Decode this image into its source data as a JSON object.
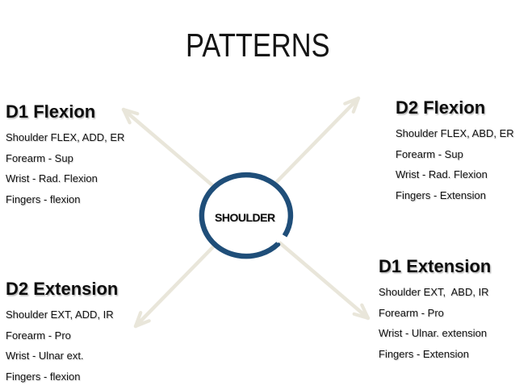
{
  "title": "PATTERNS",
  "center_label": "SHOULDER",
  "colors": {
    "circle": "#1F4E79",
    "arrow": "#E9E6DA",
    "text": "#111111",
    "background": "#FFFFFF"
  },
  "quadrants": {
    "d1_flexion": {
      "heading": "D1 Flexion",
      "lines": [
        "Shoulder FLEX, ADD, ER",
        "Forearm - Sup",
        "Wrist - Rad. Flexion",
        "Fingers - flexion"
      ]
    },
    "d2_flexion": {
      "heading": "D2 Flexion",
      "lines": [
        "Shoulder FLEX, ABD, ER",
        "Forearm - Sup",
        "Wrist - Rad. Flexion",
        "Fingers - Extension"
      ]
    },
    "d2_extension": {
      "heading": "D2 Extension",
      "lines": [
        "Shoulder EXT, ADD, IR",
        "Forearm - Pro",
        "Wrist - Ulnar ext.",
        "Fingers - flexion"
      ]
    },
    "d1_extension": {
      "heading": "D1 Extension",
      "lines": [
        "Shoulder EXT,  ABD, IR",
        "Forearm - Pro",
        "Wrist - Ulnar. extension",
        "Fingers - Extension"
      ]
    }
  }
}
